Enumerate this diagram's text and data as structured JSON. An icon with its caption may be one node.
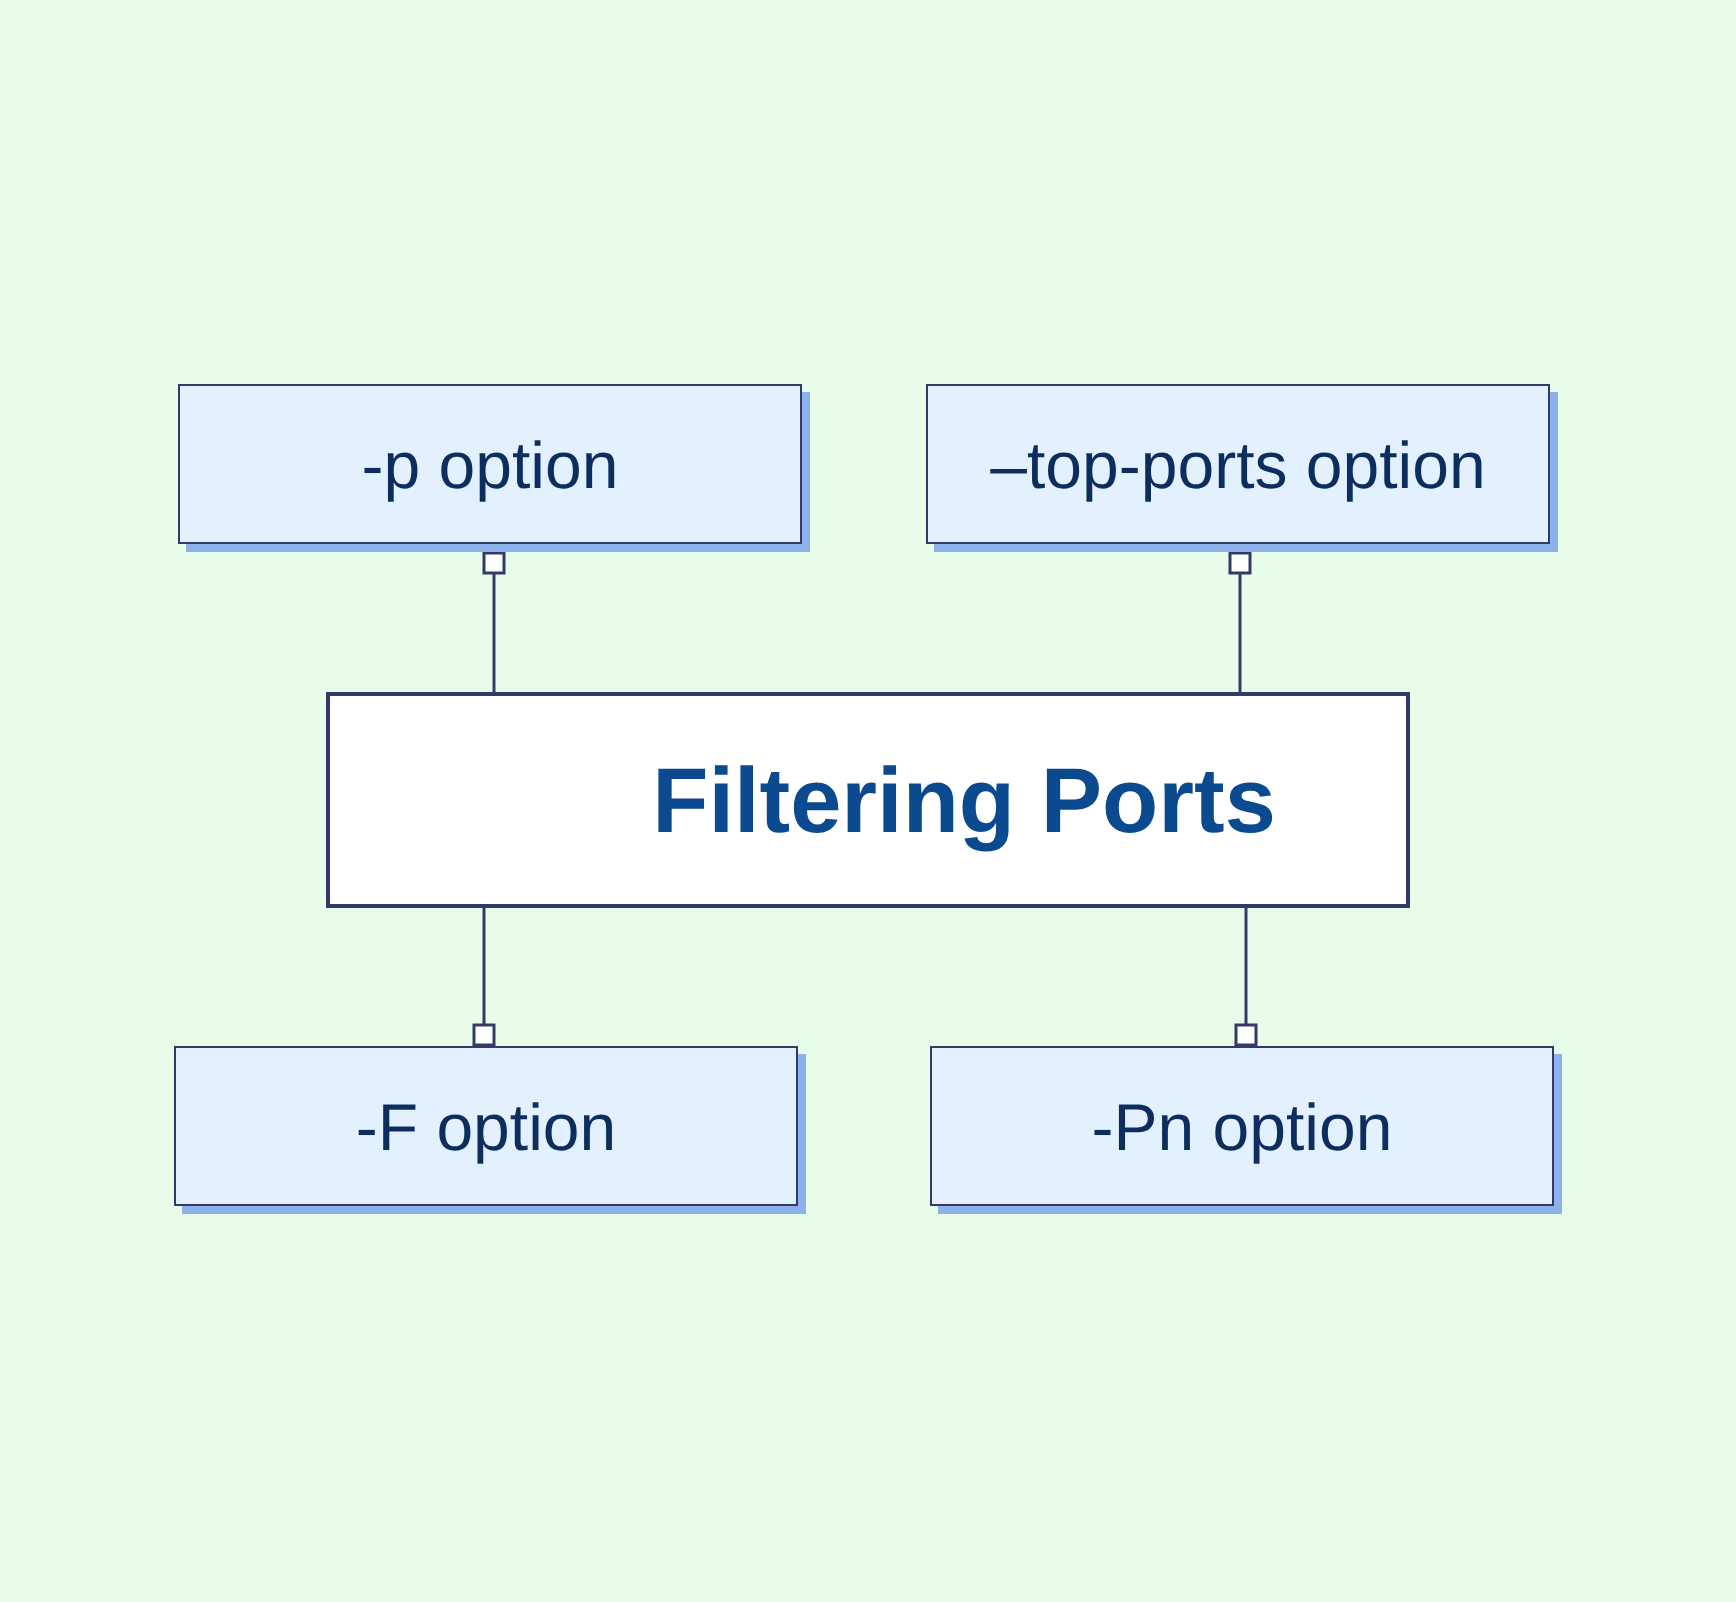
{
  "diagram": {
    "nodes": [
      {
        "text": [
          "-p option"
        ]
      },
      {
        "text": [
          "–top-ports option"
        ]
      },
      {
        "text": [
          "Filtering Ports"
        ]
      },
      {
        "text": [
          "-F option"
        ]
      },
      {
        "text": [
          "-Pn option"
        ]
      }
    ],
    "edges": [
      {
        "from": 2,
        "to": 0,
        "arrow": "other"
      },
      {
        "from": 2,
        "to": 1,
        "arrow": "other"
      },
      {
        "from": 2,
        "to": 3,
        "arrow": "other"
      },
      {
        "from": 2,
        "to": 4,
        "arrow": "other"
      }
    ]
  }
}
